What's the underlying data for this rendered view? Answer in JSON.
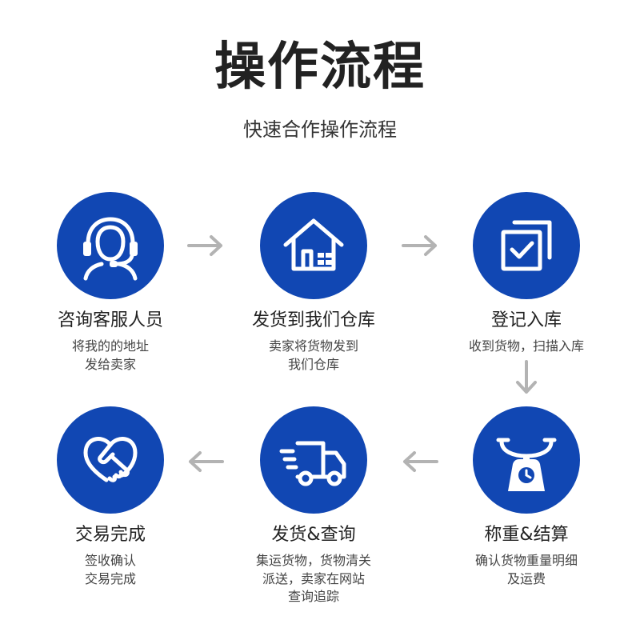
{
  "title": "操作流程",
  "subtitle": "快速合作操作流程",
  "colors": {
    "accent": "#1147b3",
    "arrow": "#b3b3b3"
  },
  "steps": [
    {
      "icon": "customer-service-headset-icon",
      "title": "咨询客服人员",
      "desc": "将我的的地址\n发给卖家"
    },
    {
      "icon": "warehouse-house-icon",
      "title": "发货到我们仓库",
      "desc": "卖家将货物发到\n我们仓库"
    },
    {
      "icon": "checkbox-stack-icon",
      "title": "登记入库",
      "desc": "收到货物，扫描入库"
    },
    {
      "icon": "weighing-scale-icon",
      "title": "称重&结算",
      "desc": "确认货物重量明细\n及运费"
    },
    {
      "icon": "delivery-truck-icon",
      "title": "发货&查询",
      "desc": "集运货物，货物清关\n派送，卖家在网站\n查询追踪"
    },
    {
      "icon": "handshake-heart-icon",
      "title": "交易完成",
      "desc": "签收确认\n交易完成"
    }
  ]
}
